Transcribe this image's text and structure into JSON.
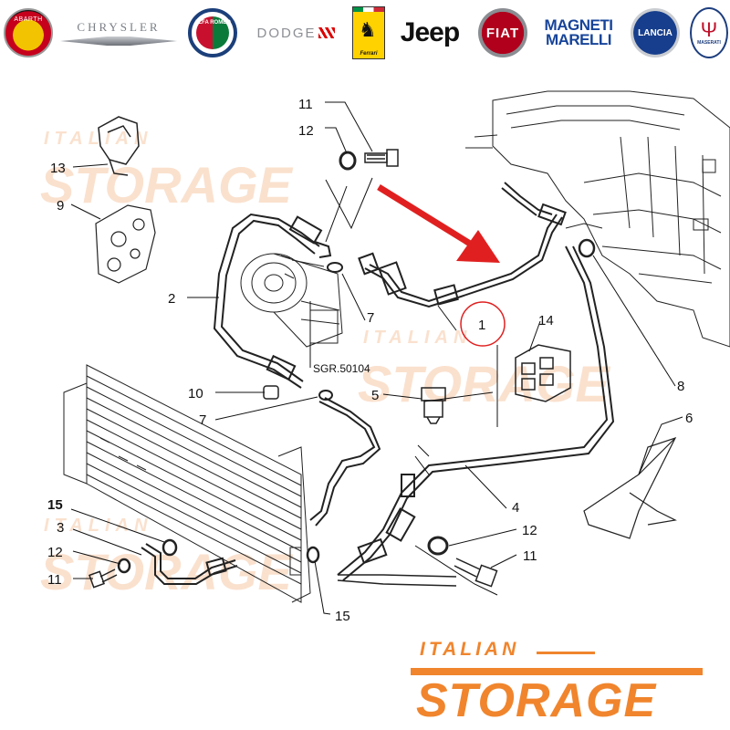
{
  "header": {
    "brands": [
      {
        "id": "abarth",
        "name": "ABARTH"
      },
      {
        "id": "chrysler",
        "name": "CHRYSLER"
      },
      {
        "id": "alfa",
        "name": "ALFA ROMEO"
      },
      {
        "id": "dodge",
        "name": "DODGE"
      },
      {
        "id": "ferrari",
        "name": "Ferrari"
      },
      {
        "id": "jeep",
        "name": "Jeep"
      },
      {
        "id": "fiat",
        "name": "FIAT"
      },
      {
        "id": "magneti",
        "name_line1": "MAGNETI",
        "name_line2": "MARELLI"
      },
      {
        "id": "lancia",
        "name": "LANCIA"
      },
      {
        "id": "maserati",
        "name": "MASERATI"
      }
    ]
  },
  "diagram": {
    "part_numbers": {
      "p1": "1",
      "p2": "2",
      "p3": "3",
      "p4": "4",
      "p5": "5",
      "p6": "6",
      "p7a": "7",
      "p7b": "7",
      "p8": "8",
      "p9": "9",
      "p10": "10",
      "p11a": "11",
      "p11b": "11",
      "p11c": "11",
      "p12a": "12",
      "p12b": "12",
      "p12c": "12",
      "p13": "13",
      "p14": "14",
      "p15a": "15",
      "p15b": "15"
    },
    "reference_label": "SGR.50104",
    "highlight_color": "#e02020",
    "line_color": "#111111"
  },
  "watermark": {
    "line1": "ITALIAN",
    "line2": "STORAGE",
    "color": "#f6c9a7"
  },
  "footer_logo": {
    "line1": "ITALIAN",
    "line2": "STORAGE",
    "color": "#f0852d"
  }
}
